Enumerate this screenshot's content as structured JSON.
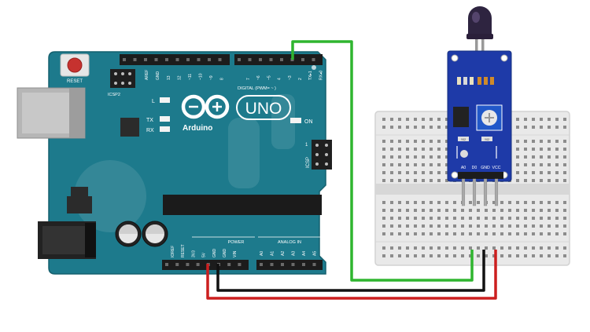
{
  "board": {
    "reset_label": "RESET",
    "icsp2_label": "ICSP2",
    "aref_label": "AREF",
    "gnd_label": "GND",
    "digital_pin_numbers": [
      "13",
      "12",
      "~11",
      "~10",
      "~9",
      "8",
      "7",
      "~6",
      "~5",
      "4",
      "~3",
      "2",
      "TX▸1",
      "RX◂0"
    ],
    "digital_label": "DIGITAL (PWM= ~ )",
    "l_label": "L",
    "tx_label": "TX",
    "rx_label": "RX",
    "on_label": "ON",
    "logo_text": "Arduino",
    "uno_text": "UNO",
    "icsp_label": "ICSP",
    "icsp_pin1": "1",
    "power_label": "POWER",
    "analog_label": "ANALOG IN",
    "power_pins": [
      "IOREF",
      "RESET",
      "3V3",
      "5V",
      "GND",
      "GND",
      "VIN"
    ],
    "analog_pins": [
      "A0",
      "A1",
      "A2",
      "A3",
      "A4",
      "A5"
    ]
  },
  "sensor": {
    "pin_labels": [
      "A0",
      "D0",
      "GND",
      "VCC"
    ],
    "small_labels": [
      "Y02",
      "Y02"
    ]
  },
  "colors": {
    "board": "#1d7a8c",
    "board_edge": "#15606e",
    "sensor_pcb": "#1e3aa8",
    "breadboard": "#ececec",
    "wire_signal": "#2fb52f",
    "wire_ground": "#111111",
    "wire_power": "#cc1f1f"
  }
}
